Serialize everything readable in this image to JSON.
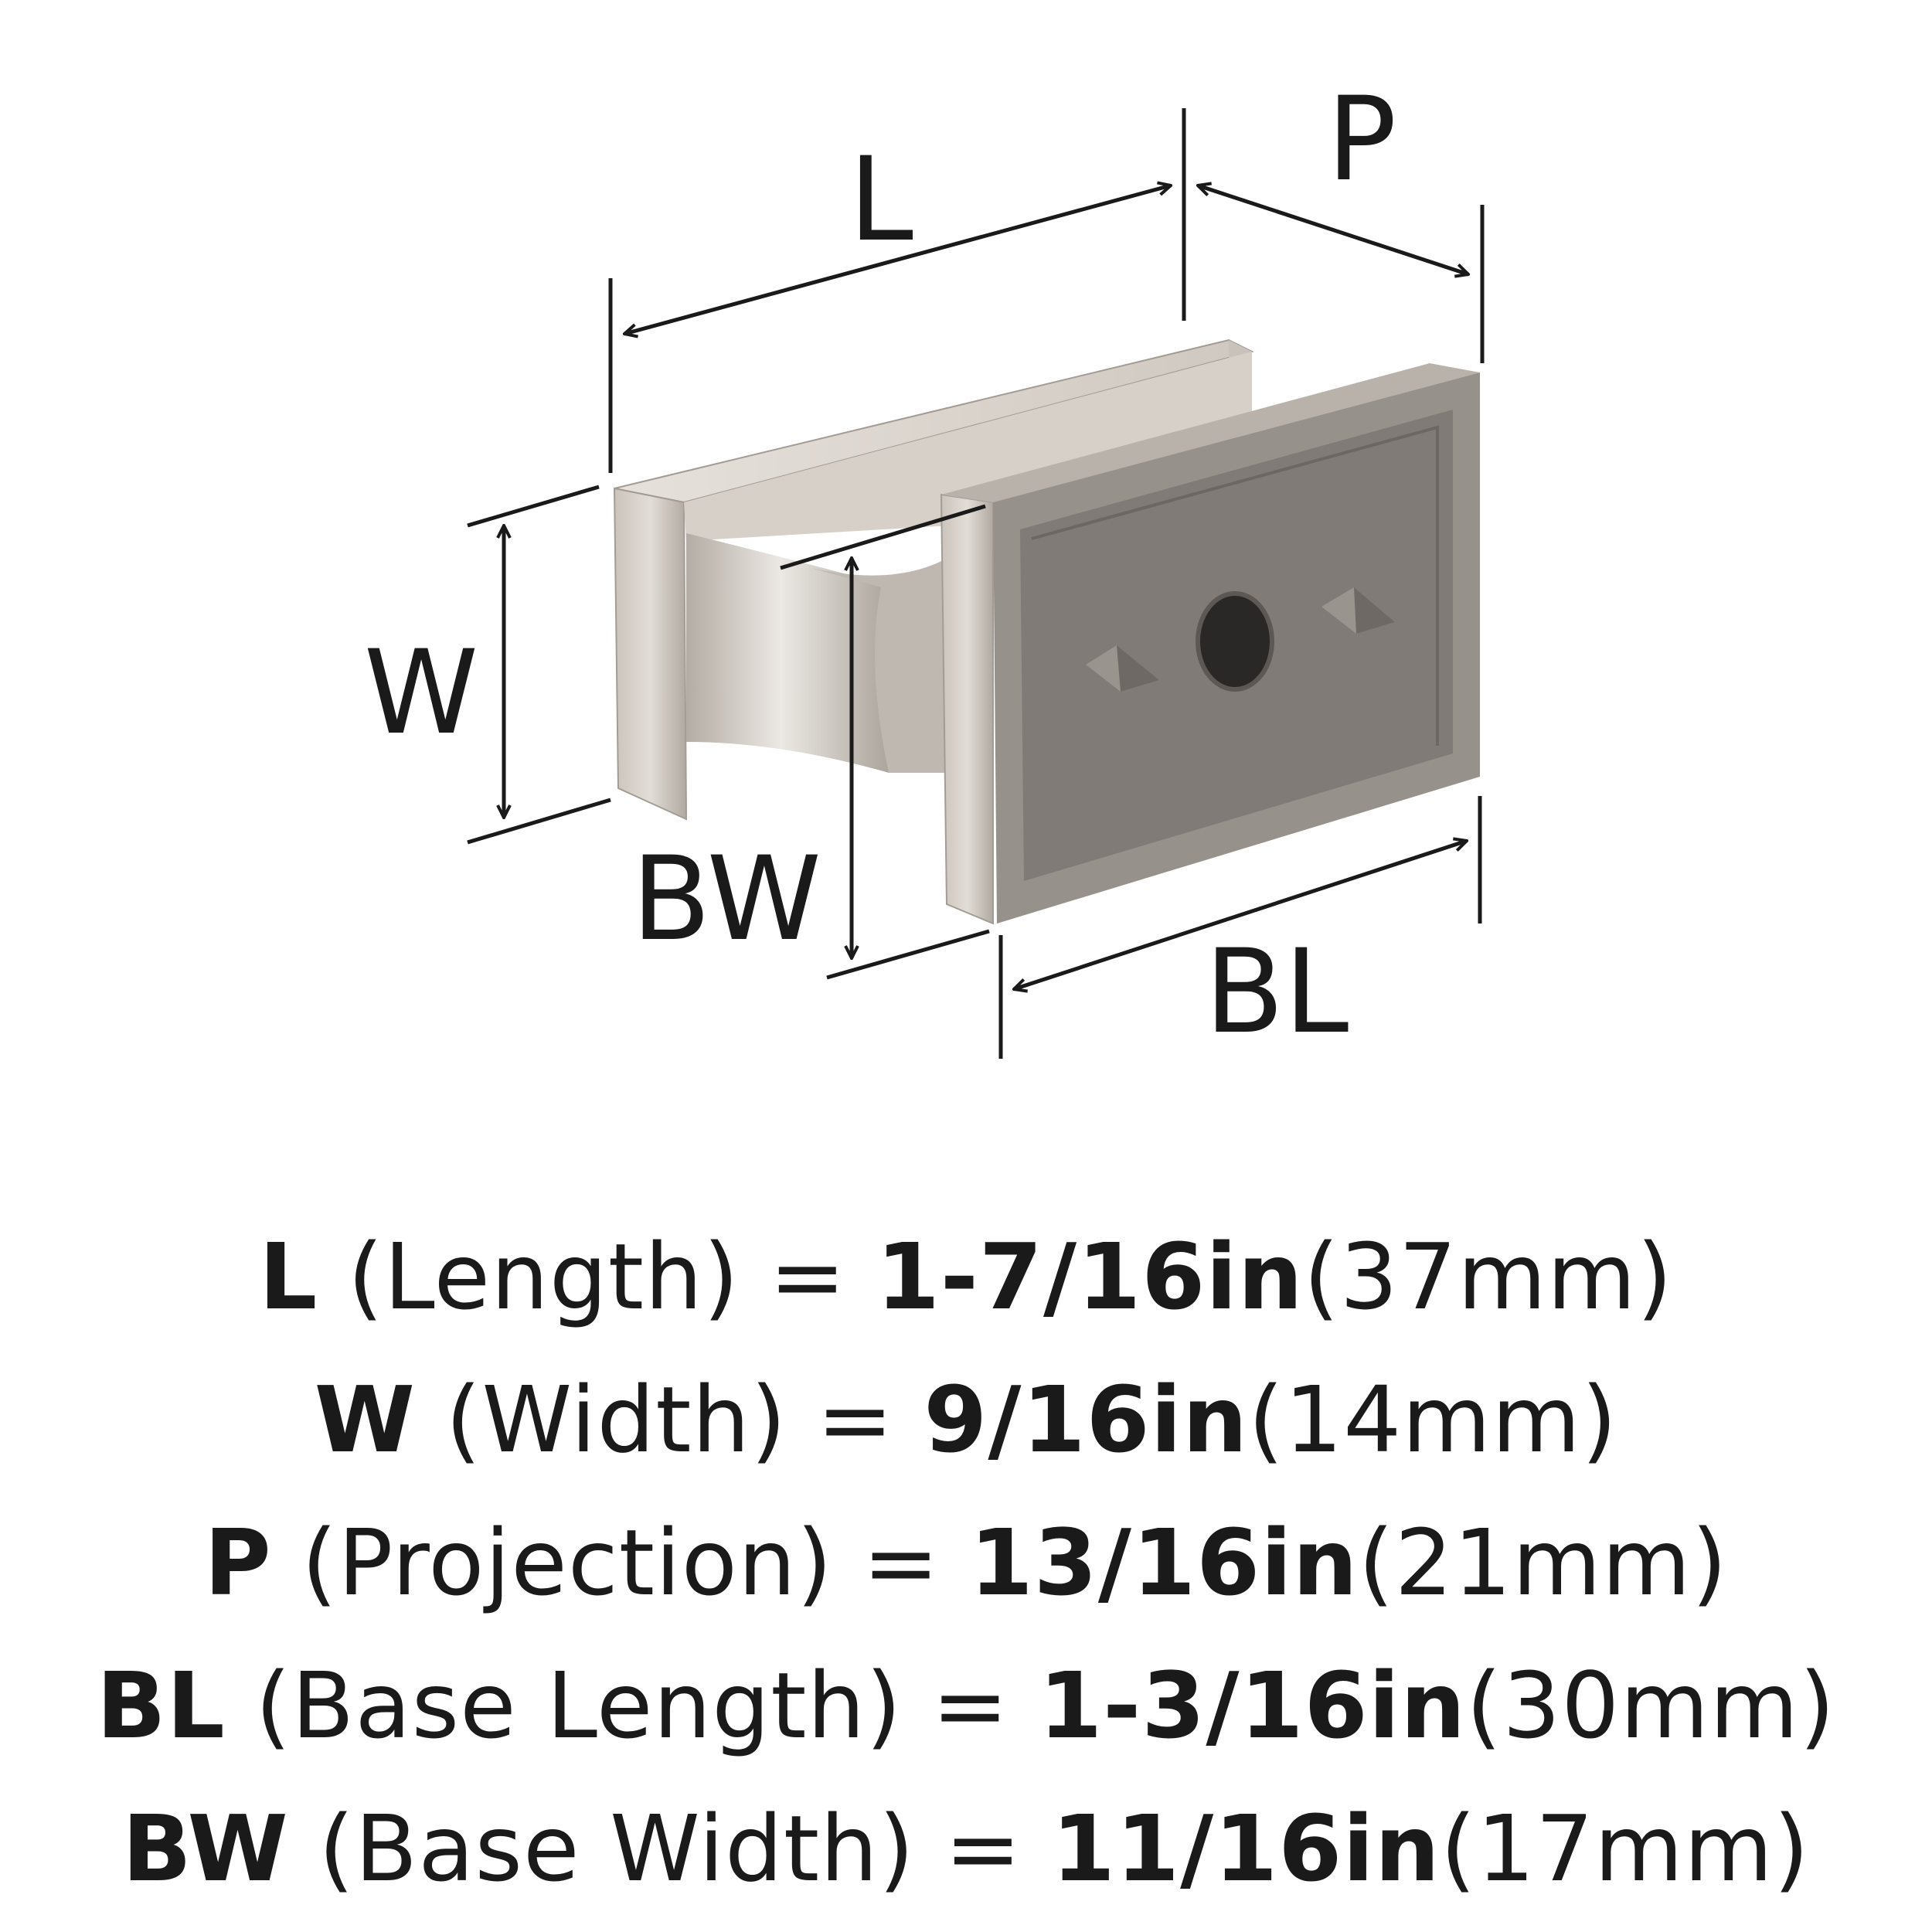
{
  "diagram": {
    "labels": {
      "length": "L",
      "projection": "P",
      "width": "W",
      "base_width": "BW",
      "base_length": "BL"
    }
  },
  "specs": [
    {
      "abbr": "L",
      "name": "(Length)",
      "eq": "=",
      "imperial": "1-7/16in",
      "metric": "(37mm)"
    },
    {
      "abbr": "W",
      "name": "(Width)",
      "eq": "=",
      "imperial": "9/16in",
      "metric": "(14mm)"
    },
    {
      "abbr": "P",
      "name": "(Projection)",
      "eq": "=",
      "imperial": "13/16in",
      "metric": "(21mm)"
    },
    {
      "abbr": "BL",
      "name": "(Base Length)",
      "eq": "=",
      "imperial": "1-3/16in",
      "metric": "(30mm)"
    },
    {
      "abbr": "BW",
      "name": "(Base Width)",
      "eq": "=",
      "imperial": "11/16in",
      "metric": "(17mm)"
    }
  ],
  "colors": {
    "ink": "#1a1a1a",
    "nickel_light": "#d9d3cc",
    "nickel_mid": "#b9b2aa",
    "nickel_dark": "#8e8780",
    "base_face": "#807b77",
    "base_rim": "#97918b"
  }
}
